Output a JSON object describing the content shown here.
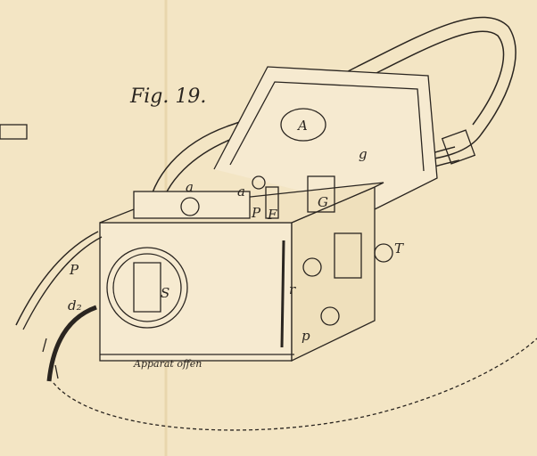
{
  "figure": {
    "title": "Fig. 19.",
    "caption": "Apparat offen",
    "labels": {
      "lid": "A",
      "a1": "a",
      "a2": "a",
      "g": "g",
      "P_upper": "P",
      "F": "F",
      "G": "G",
      "T": "T",
      "P_left": "P",
      "d2": "d₂",
      "S": "S",
      "r": "r",
      "p": "p"
    }
  },
  "colors": {
    "paper": "#f3e5c4",
    "ink": "#2a2520"
  }
}
